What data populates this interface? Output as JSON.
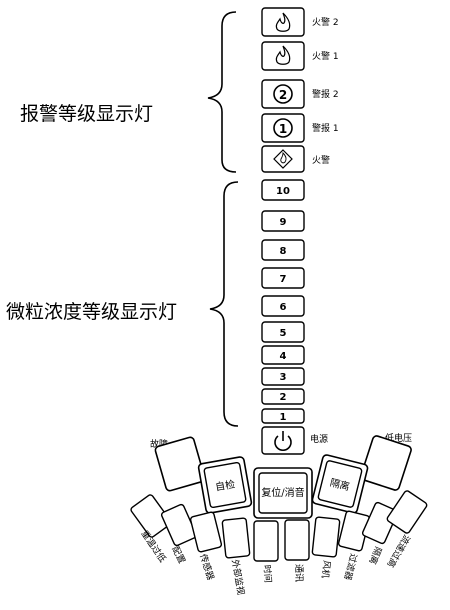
{
  "group_labels": {
    "alarm_level": "报警等级显示灯",
    "particle_level": "微粒浓度等级显示灯"
  },
  "alarm_lights": [
    {
      "label": "火警 2",
      "icon": "flame-icon"
    },
    {
      "label": "火警 1",
      "icon": "flame-icon"
    },
    {
      "label": "警报 2",
      "icon": "circled-2-icon",
      "glyph": "2"
    },
    {
      "label": "警报 1",
      "icon": "circled-1-icon",
      "glyph": "1"
    },
    {
      "label": "火警",
      "icon": "diamond-icon"
    }
  ],
  "particle_levels": [
    "10",
    "9",
    "8",
    "7",
    "6",
    "5",
    "4",
    "3",
    "2",
    "1"
  ],
  "power": {
    "label": "电源",
    "icon": "power-icon"
  },
  "top_labels": {
    "fault": "故障",
    "low_voltage": "低电压"
  },
  "buttons": {
    "self_test": "自检",
    "reset_silence": "复位/消音",
    "isolate": "隔离"
  },
  "bottom_labels": [
    "重温过低",
    "配置",
    "传感器",
    "外部监视",
    "时间",
    "通讯",
    "风机",
    "过滤器",
    "隔离",
    "流速过高"
  ]
}
